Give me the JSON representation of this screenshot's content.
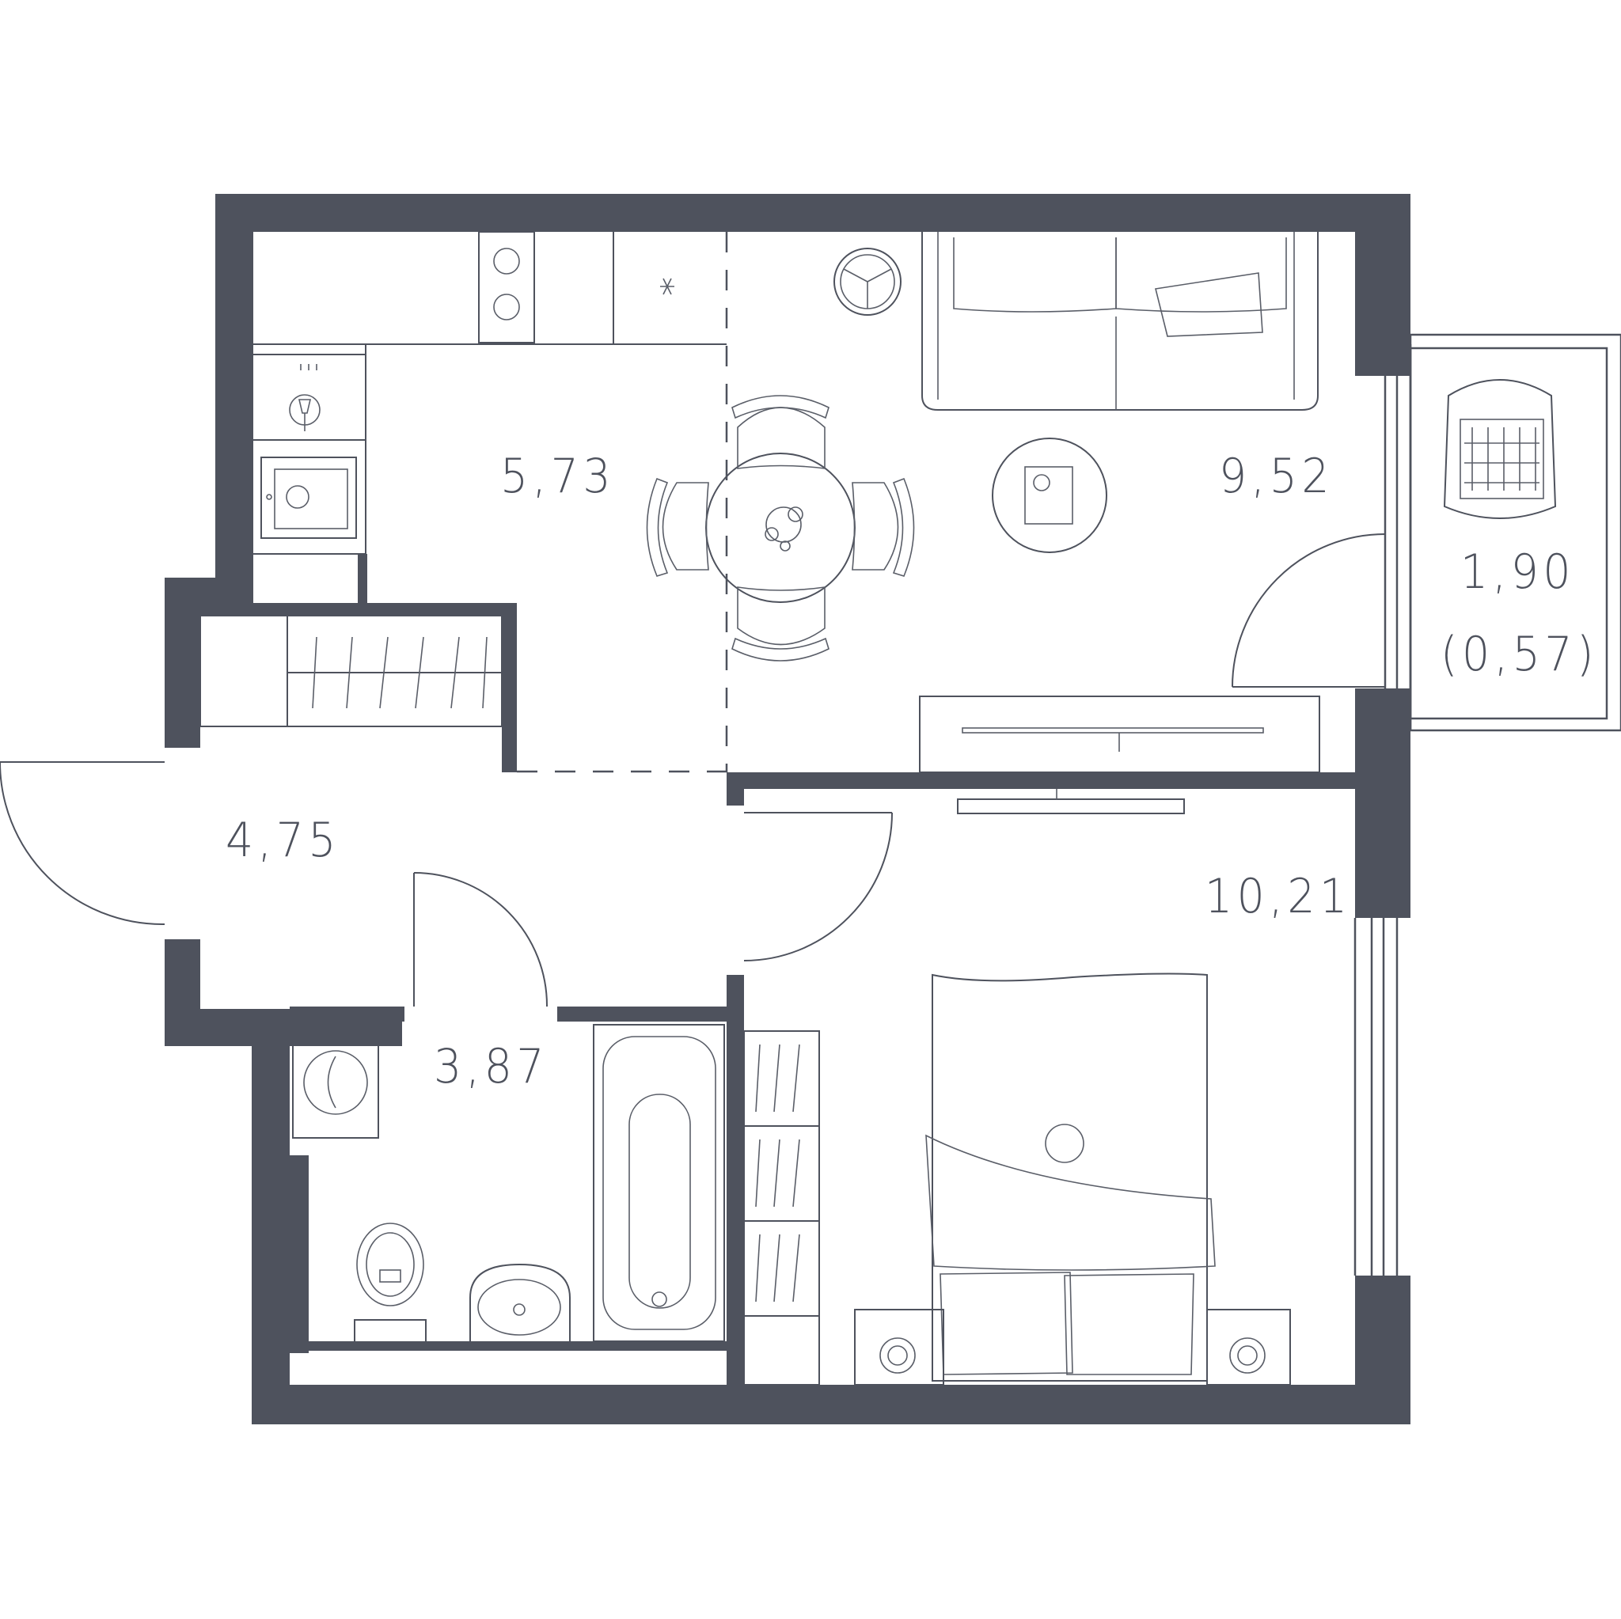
{
  "floorplan": {
    "rooms": [
      {
        "id": "kitchen",
        "area": "5,73"
      },
      {
        "id": "living-room",
        "area": "9,52"
      },
      {
        "id": "hallway",
        "area": "4,75"
      },
      {
        "id": "bathroom",
        "area": "3,87"
      },
      {
        "id": "bedroom",
        "area": "10,21"
      },
      {
        "id": "balcony",
        "area": "1,90",
        "reduced_area": "(0,57)"
      }
    ]
  },
  "colors": {
    "wall": "#4e525d",
    "background": "#ffffff"
  }
}
